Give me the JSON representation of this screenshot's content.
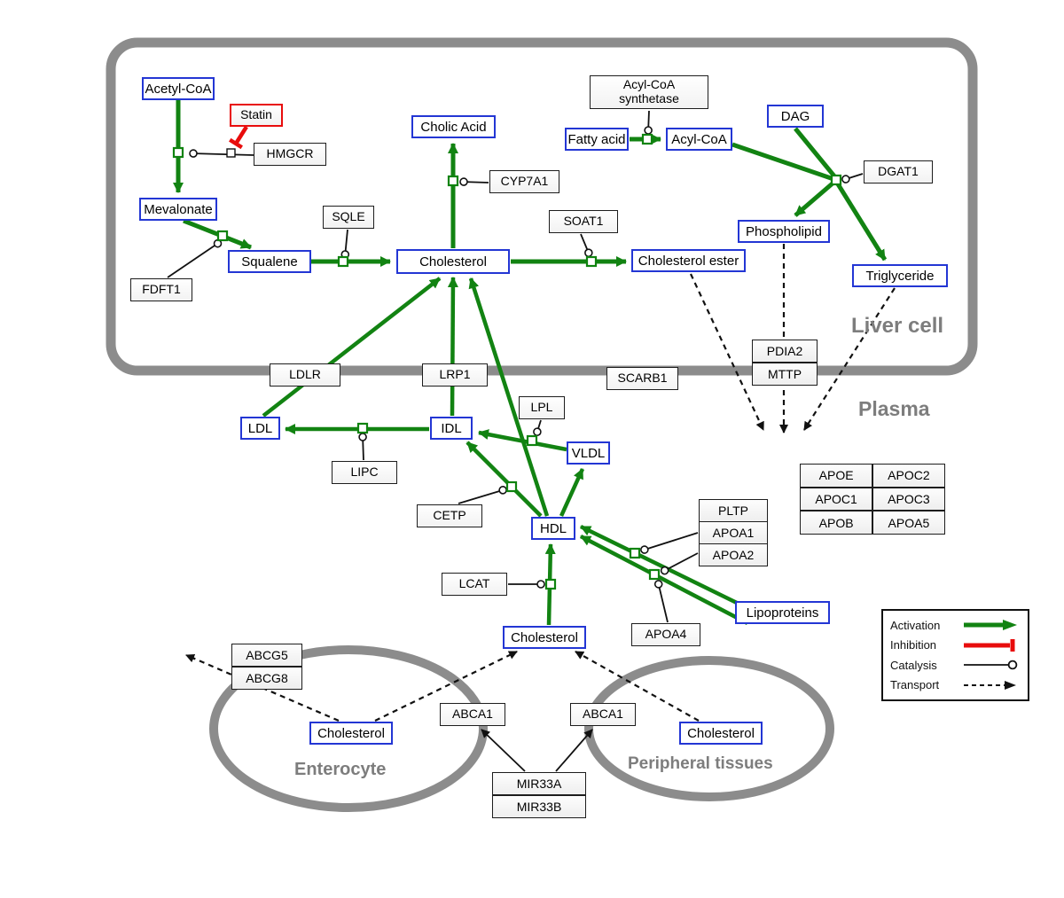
{
  "compartments": {
    "liver": "Liver cell",
    "plasma": "Plasma",
    "enterocyte": "Enterocyte",
    "peripheral": "Peripheral tissues"
  },
  "metabolites": {
    "acetyl_coa": "Acetyl-CoA",
    "mevalonate": "Mevalonate",
    "squalene": "Squalene",
    "cholic_acid": "Cholic Acid",
    "cholesterol_liver": "Cholesterol",
    "fatty_acid": "Fatty acid",
    "acyl_coa": "Acyl-CoA",
    "dag": "DAG",
    "phospholipid": "Phospholipid",
    "cholesterol_ester": "Cholesterol ester",
    "triglyceride": "Triglyceride",
    "ldl": "LDL",
    "idl": "IDL",
    "vldl": "VLDL",
    "hdl": "HDL",
    "cholesterol_plasma": "Cholesterol",
    "cholesterol_enterocyte": "Cholesterol",
    "cholesterol_peripheral": "Cholesterol",
    "lipoproteins": "Lipoproteins"
  },
  "enzymes": {
    "statin": "Statin",
    "hmgcr": "HMGCR",
    "sqle": "SQLE",
    "fdft1": "FDFT1",
    "cyp7a1": "CYP7A1",
    "soat1": "SOAT1",
    "acyl_coa_synthetase": "Acyl-CoA synthetase",
    "dgat1": "DGAT1",
    "scarb1": "SCARB1",
    "ldlr": "LDLR",
    "lrp1": "LRP1",
    "lpl": "LPL",
    "lipc": "LIPC",
    "cetp": "CETP",
    "lcat": "LCAT",
    "apoa4": "APOA4",
    "abca1_enterocyte": "ABCA1",
    "abca1_peripheral": "ABCA1"
  },
  "stacks": {
    "pdia2_mttp": [
      "PDIA2",
      "MTTP"
    ],
    "pltp_apoa": [
      "PLTP",
      "APOA1",
      "APOA2"
    ],
    "abcg": [
      "ABCG5",
      "ABCG8"
    ],
    "mir33": [
      "MIR33A",
      "MIR33B"
    ]
  },
  "apo_table": [
    [
      "APOE",
      "APOC2"
    ],
    [
      "APOC1",
      "APOC3"
    ],
    [
      "APOB",
      "APOA5"
    ]
  ],
  "legend": {
    "activation": "Activation",
    "inhibition": "Inhibition",
    "catalysis": "Catalysis",
    "transport": "Transport"
  },
  "colors": {
    "activation_green": "#128312",
    "inhibition_red": "#e80c0c",
    "metabolite_border_blue": "#2336d4",
    "membrane_gray": "#8c8c8c"
  },
  "edges": {
    "activation": [
      [
        "Acetyl-CoA",
        "Mevalonate",
        "HMGCR"
      ],
      [
        "Mevalonate",
        "Squalene",
        "FDFT1"
      ],
      [
        "Squalene",
        "Cholesterol",
        "SQLE"
      ],
      [
        "Cholesterol",
        "Cholic Acid",
        "CYP7A1"
      ],
      [
        "Cholesterol",
        "Cholesterol ester",
        "SOAT1"
      ],
      [
        "Fatty acid",
        "Acyl-CoA",
        "Acyl-CoA synthetase"
      ],
      [
        "Acyl-CoA",
        "Triglyceride",
        "DGAT1"
      ],
      [
        "DAG",
        "Triglyceride",
        "DGAT1"
      ],
      [
        "DGAT1 node",
        "Phospholipid",
        ""
      ],
      [
        "LDL",
        "Cholesterol",
        "LDLR"
      ],
      [
        "IDL",
        "Cholesterol",
        "LRP1"
      ],
      [
        "HDL",
        "Cholesterol",
        "SCARB1"
      ],
      [
        "VLDL",
        "IDL",
        "LPL"
      ],
      [
        "IDL",
        "LDL",
        "LIPC"
      ],
      [
        "HDL",
        "IDL",
        "CETP"
      ],
      [
        "HDL",
        "VLDL",
        ""
      ],
      [
        "Cholesterol (plasma)",
        "HDL",
        "LCAT"
      ],
      [
        "Lipoproteins",
        "HDL",
        "PLTP"
      ],
      [
        "Lipoproteins",
        "HDL",
        "APOA1/APOA2/APOA4"
      ]
    ],
    "inhibition": [
      [
        "Statin",
        "HMGCR"
      ]
    ],
    "transport": [
      [
        "Cholesterol ester",
        "plasma lipoproteins"
      ],
      [
        "Phospholipid",
        "plasma lipoproteins"
      ],
      [
        "Triglyceride",
        "plasma lipoproteins"
      ],
      [
        "Cholesterol (enterocyte)",
        "intestinal lumen via ABCG5/ABCG8"
      ],
      [
        "Cholesterol (enterocyte)",
        "Cholesterol (plasma) via ABCA1"
      ],
      [
        "Cholesterol (peripheral)",
        "Cholesterol (plasma) via ABCA1"
      ]
    ],
    "regulation": [
      [
        "MIR33A/MIR33B",
        "ABCA1"
      ]
    ]
  }
}
